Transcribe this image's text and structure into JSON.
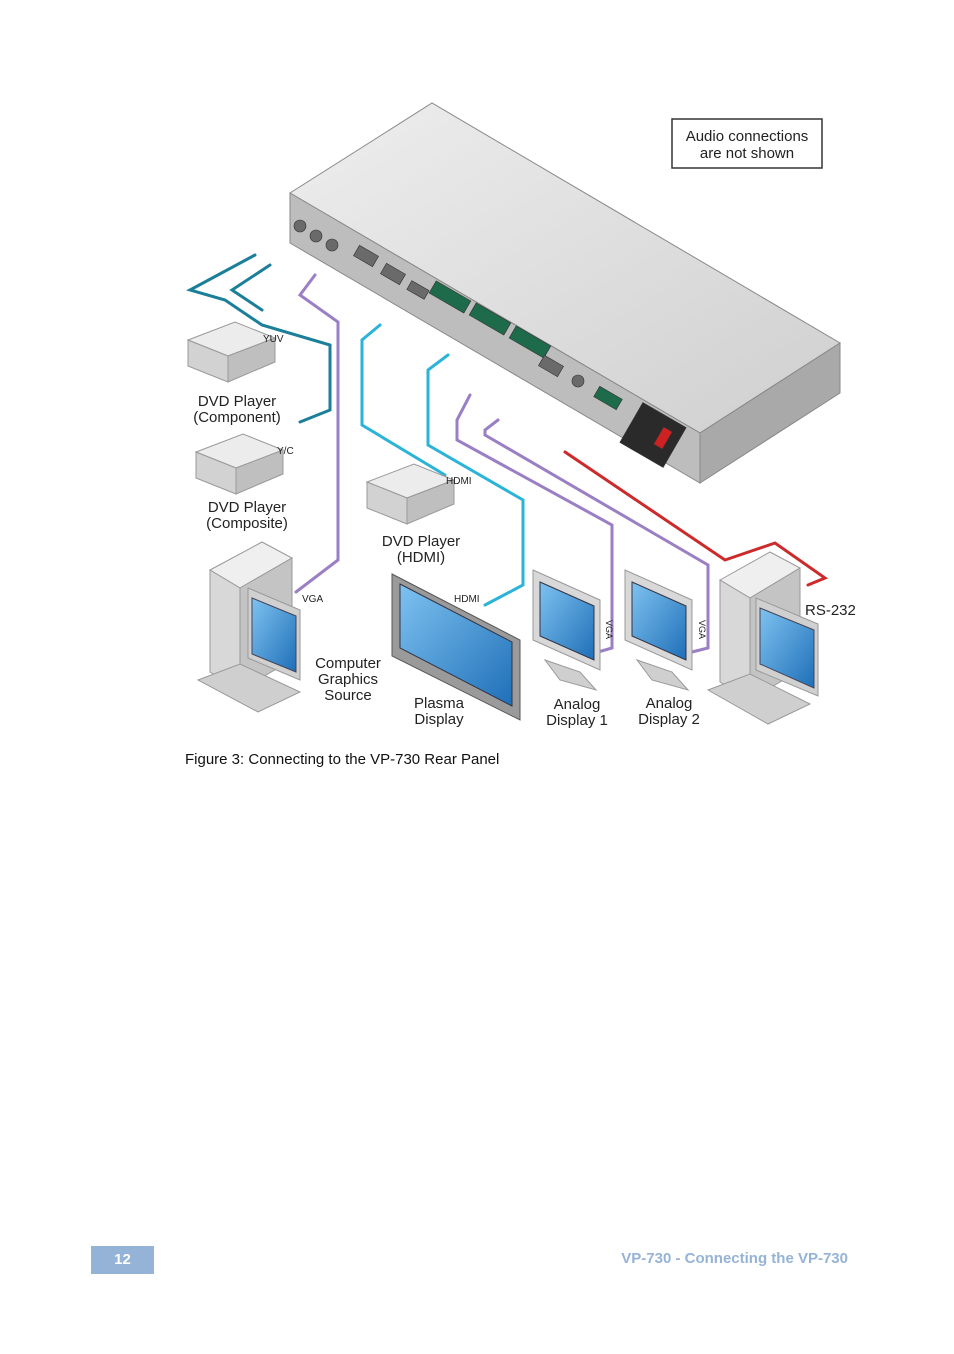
{
  "diagram": {
    "note": "Audio connections are not shown",
    "note_lines": [
      "Audio connections",
      "are not shown"
    ],
    "cable_labels": {
      "yuv": "YUV",
      "yc": "Y/C",
      "hdmi_in": "HDMI",
      "hdmi_out": "HDMI",
      "vga_in": "VGA",
      "vga_out1": "VGA",
      "vga_out2": "VGA",
      "rs232": "RS-232"
    },
    "devices": {
      "dvd_component": [
        "DVD Player",
        "(Component)"
      ],
      "dvd_composite": [
        "DVD Player",
        "(Composite)"
      ],
      "dvd_hdmi": [
        "DVD Player",
        "(HDMI)"
      ],
      "computer_source": [
        "Computer",
        "Graphics",
        "Source"
      ],
      "plasma": [
        "Plasma",
        "Display"
      ],
      "analog1": [
        "Analog",
        "Display 1"
      ],
      "analog2": [
        "Analog",
        "Display 2"
      ]
    },
    "colors": {
      "analog_cable": "#1b7f9a",
      "hdmi_cable": "#2bb3d8",
      "vga_cable": "#9b7fc4",
      "rs232_cable": "#cc2b2b",
      "device_body": "#dcdcdc",
      "screen": "#3b8fd8"
    }
  },
  "caption": "Figure 3: Connecting to the VP-730 Rear Panel",
  "footer": {
    "page_number": "12",
    "title": "VP-730 - Connecting the VP-730"
  }
}
